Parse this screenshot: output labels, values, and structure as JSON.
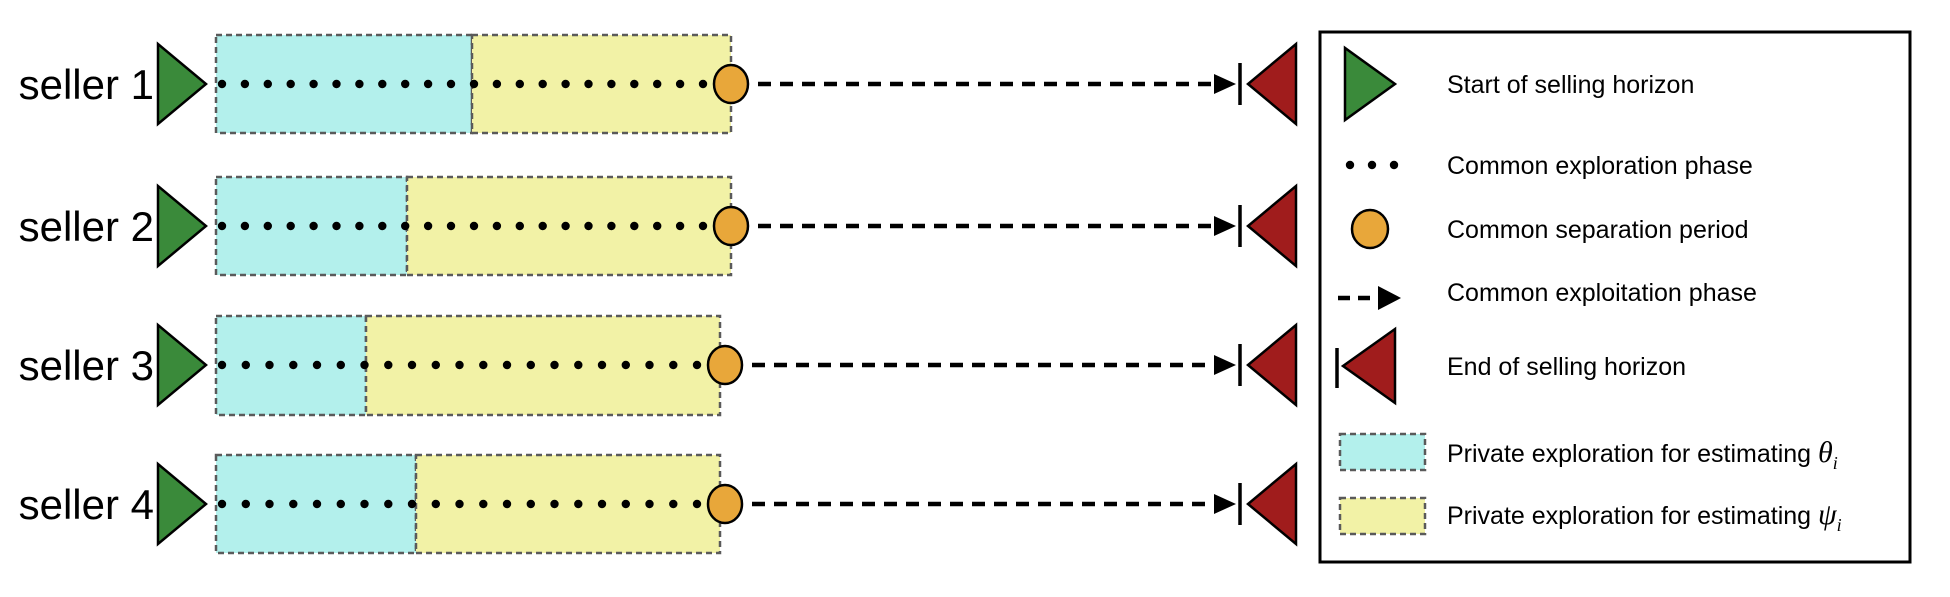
{
  "sellers": [
    {
      "label": "seller 1",
      "dots_in_blue": 11,
      "dots_in_yellow": 11
    },
    {
      "label": "seller 2",
      "dots_in_blue": 8,
      "dots_in_yellow": 14
    },
    {
      "label": "seller 3",
      "dots_in_blue": 6,
      "dots_in_yellow": 15
    },
    {
      "label": "seller 4",
      "dots_in_blue": 8,
      "dots_in_yellow": 13
    }
  ],
  "legend": {
    "start": "Start of selling horizon",
    "exploration": "Common exploration phase",
    "separation": "Common separation period",
    "exploitation": "Common exploitation phase",
    "end": "End of selling horizon",
    "private_theta": {
      "text": "Private exploration for estimating ",
      "symbol": "θ",
      "sub": "i"
    },
    "private_psi": {
      "text": "Private exploration for estimating ",
      "symbol": "ψ",
      "sub": "i"
    }
  },
  "colors": {
    "start_triangle": "#3a8a3a",
    "end_triangle": "#a01c1c",
    "separation_circle": "#e8a73a",
    "private_theta_fill": "#b3f0ec",
    "private_psi_fill": "#f2f2a6",
    "box_border": "#5a5a5a"
  }
}
